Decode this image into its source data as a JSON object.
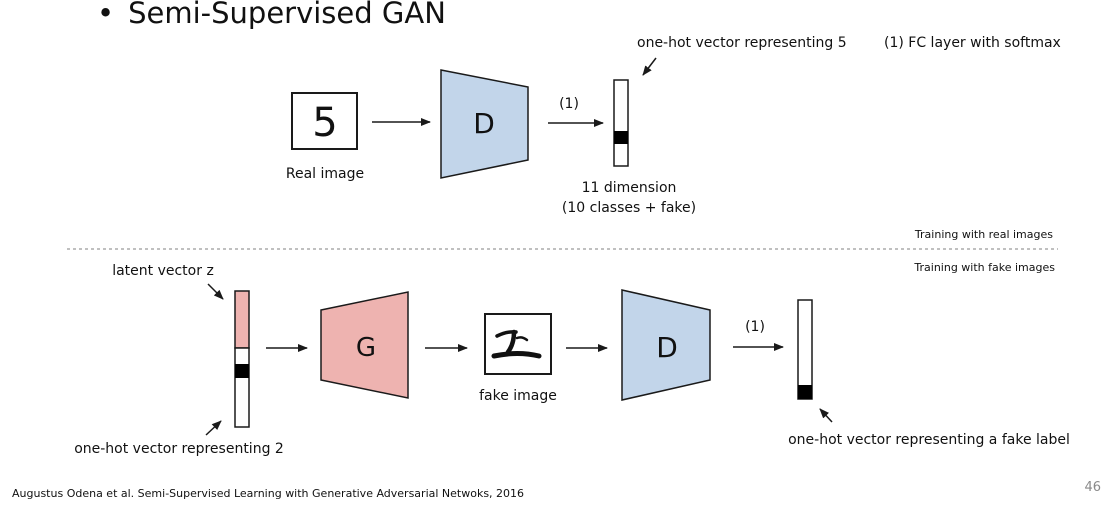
{
  "slide": {
    "bullet": "•",
    "title": "Semi-Supervised GAN",
    "page_number": "46",
    "citation": "Augustus Odena et al. Semi-Supervised Learning with Generative Adversarial Netwoks, 2016"
  },
  "top": {
    "digit": "5",
    "real_image_label": "Real image",
    "discriminator_label": "D",
    "fc_marker": "(1)",
    "onehot_label": "one-hot vector representing 5",
    "fc_legend": "(1) FC layer with softmax",
    "dim_line1": "11 dimension",
    "dim_line2": "(10 classes + fake)"
  },
  "divider": {
    "real_caption": "Training with real images",
    "fake_caption": "Training with fake images"
  },
  "bottom": {
    "latent_label": "latent vector z",
    "generator_label": "G",
    "fake_image_label": "fake image",
    "discriminator_label": "D",
    "fc_marker": "(1)",
    "onehot_label": "one-hot vector representing 2",
    "fake_onehot_label": "one-hot vector representing a fake label"
  },
  "colors": {
    "discriminator_fill": "#c2d5ea",
    "generator_fill": "#eeb3b0",
    "latent_fill": "#eeb3b0",
    "stroke": "#1a1a1a",
    "onehot_active": "#000000",
    "divider": "#9a9a9a",
    "page_number": "#8a8a8a"
  }
}
